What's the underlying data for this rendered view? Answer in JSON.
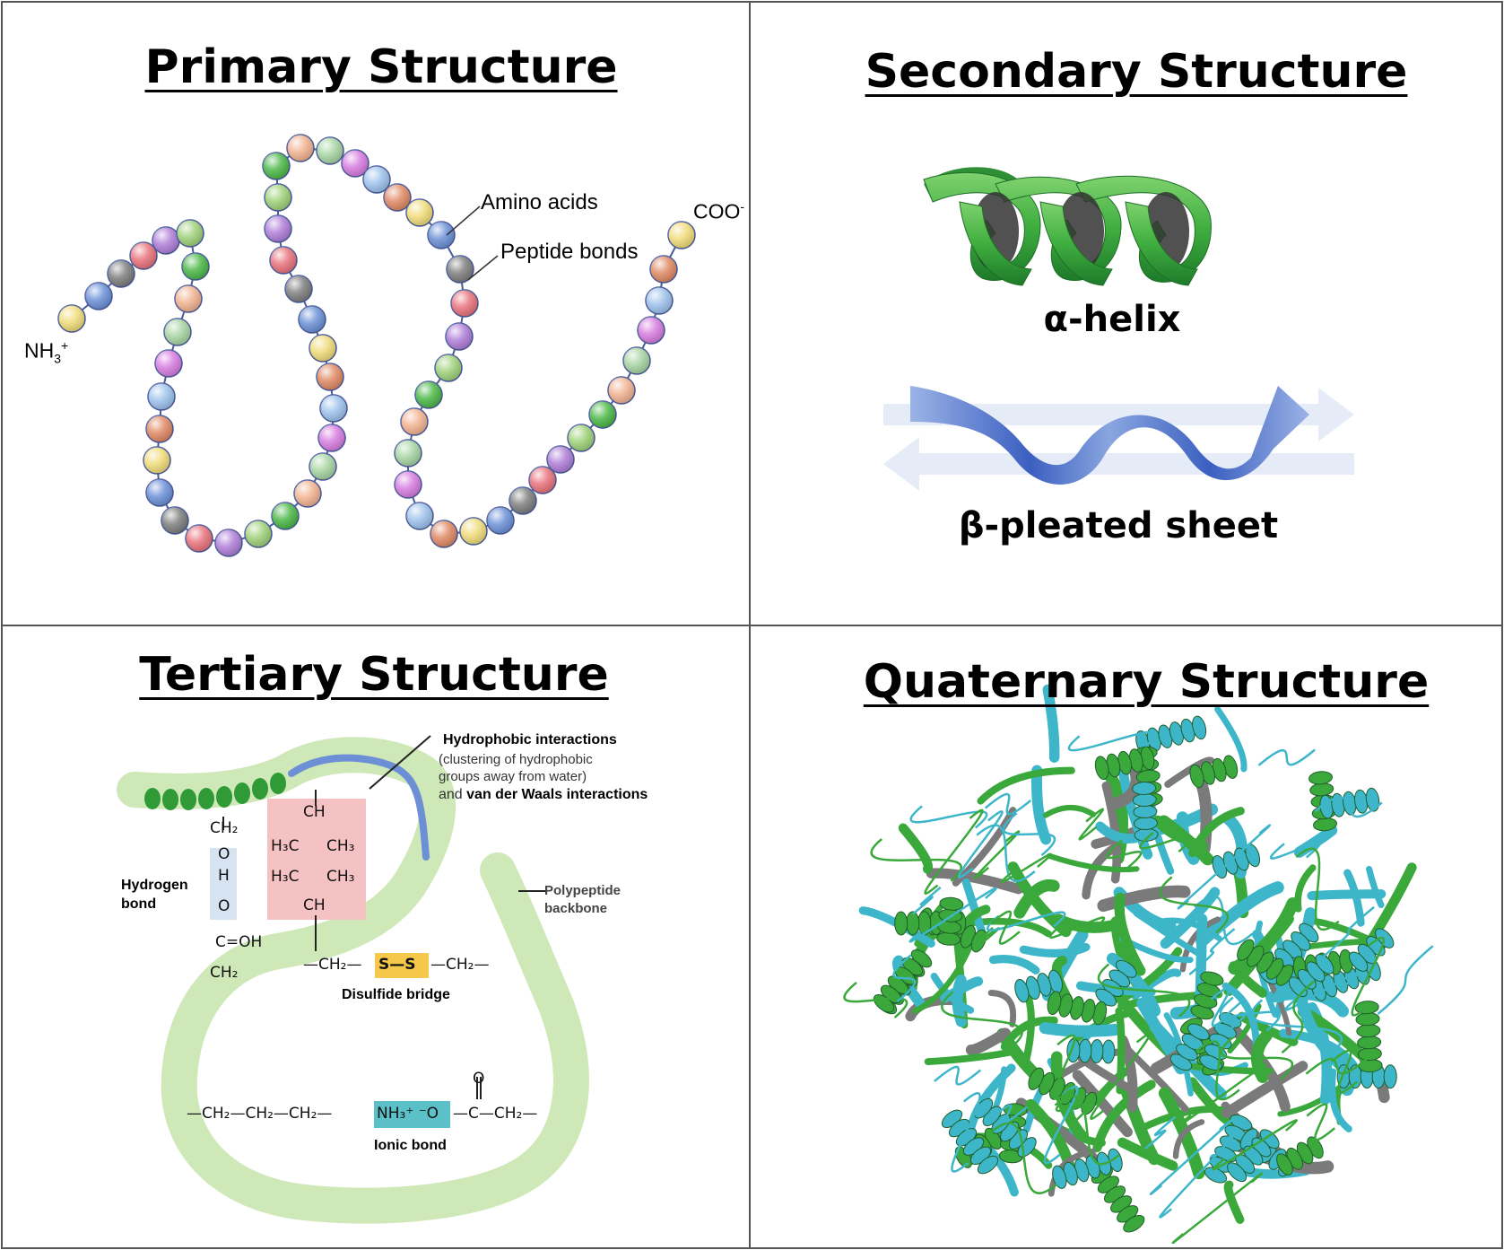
{
  "panels": {
    "primary": {
      "title": "Primary Structure",
      "amino_label": "Amino acids",
      "peptide_label": "Peptide bonds",
      "n_term_base": "NH",
      "n_term_sub": "3",
      "n_term_sup": "+",
      "c_term_base": "COO",
      "c_term_sup": "-"
    },
    "secondary": {
      "title": "Secondary Structure",
      "helix_label": "α-helix",
      "sheet_label": "β-pleated sheet"
    },
    "tertiary": {
      "title": "Tertiary Structure",
      "hydrophobic_title": "Hydrophobic interactions",
      "hydrophobic_line1": "(clustering of hydrophobic",
      "hydrophobic_line2": "groups away from water)",
      "vdw_prefix": "and ",
      "vdw_label": "van der Waals interactions",
      "hbond_line1": "Hydrogen",
      "hbond_line2": "bond",
      "backbone_line1": "Polypeptide",
      "backbone_line2": "backbone",
      "disulfide_label": "Disulfide bridge",
      "ionic_label": "Ionic bond",
      "chem": {
        "ch2": "CH₂",
        "o": "O",
        "h": "H",
        "cooh": "C=OH",
        "ch": "CH",
        "h3c": "H₃C",
        "ch3": "CH₃",
        "disulfide_chain_left": "—CH₂—",
        "disulfide_s": "S—S",
        "disulfide_chain_right": "—CH₂—",
        "ionic_chain_left": "—CH₂—CH₂—CH₂—",
        "ionic_nh3": "NH₃⁺ ⁻O",
        "ionic_chain_right": "—C—CH₂—",
        "carbonyl_o": "O"
      }
    },
    "quaternary": {
      "title": "Quaternary Structure"
    }
  },
  "colors": {
    "bead_palette": [
      "#e9737c",
      "#9ec3ec",
      "#9fd17a",
      "#f0dc7a",
      "#f2b391",
      "#7f7f7f",
      "#d77de0",
      "#b07fd8",
      "#e08a65",
      "#4cb848",
      "#6d92d8",
      "#a7d5a3"
    ],
    "helix_green": "#3fae3f",
    "sheet_blue": "#4a6fc8",
    "backbone_green": "#cfe8b8",
    "hydrophobic_pink": "#f4c2c2",
    "hbond_blue": "#d6e4f2",
    "disulfide_yellow": "#f5c74a",
    "ionic_teal": "#5bc0c8",
    "protein_cyan": "#3eb6c9",
    "protein_green": "#3aa83a"
  }
}
